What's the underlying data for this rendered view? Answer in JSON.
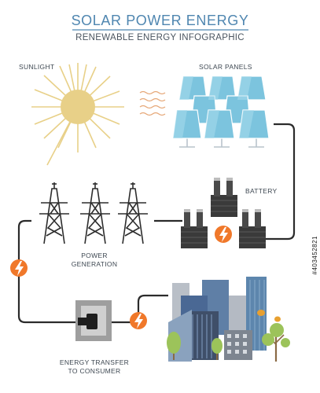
{
  "title": "SOLAR POWER ENERGY",
  "subtitle": "RENEWABLE ENERGY INFOGRAPHIC",
  "labels": {
    "sunlight": "SUNLIGHT",
    "solar_panels": "SOLAR PANELS",
    "battery": "BATTERY",
    "power_generation_1": "POWER",
    "power_generation_2": "GENERATION",
    "transfer_1": "ENERGY TRANSFER",
    "transfer_2": "TO CONSUMER"
  },
  "watermark": "#403452821",
  "colors": {
    "sun": "#e8d088",
    "panel": "#7cc4de",
    "wire": "#2b2b2b",
    "bolt": "#f0782a",
    "title": "#4f86b0"
  }
}
